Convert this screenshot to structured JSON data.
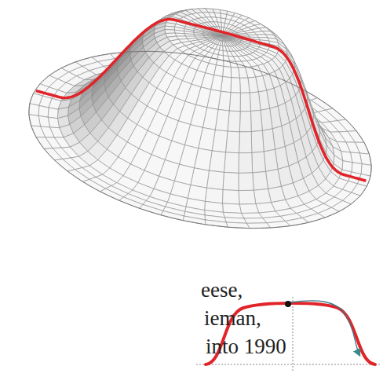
{
  "diagram": {
    "labels": [
      "eese,",
      "ieman,",
      "into 1990"
    ]
  }
}
